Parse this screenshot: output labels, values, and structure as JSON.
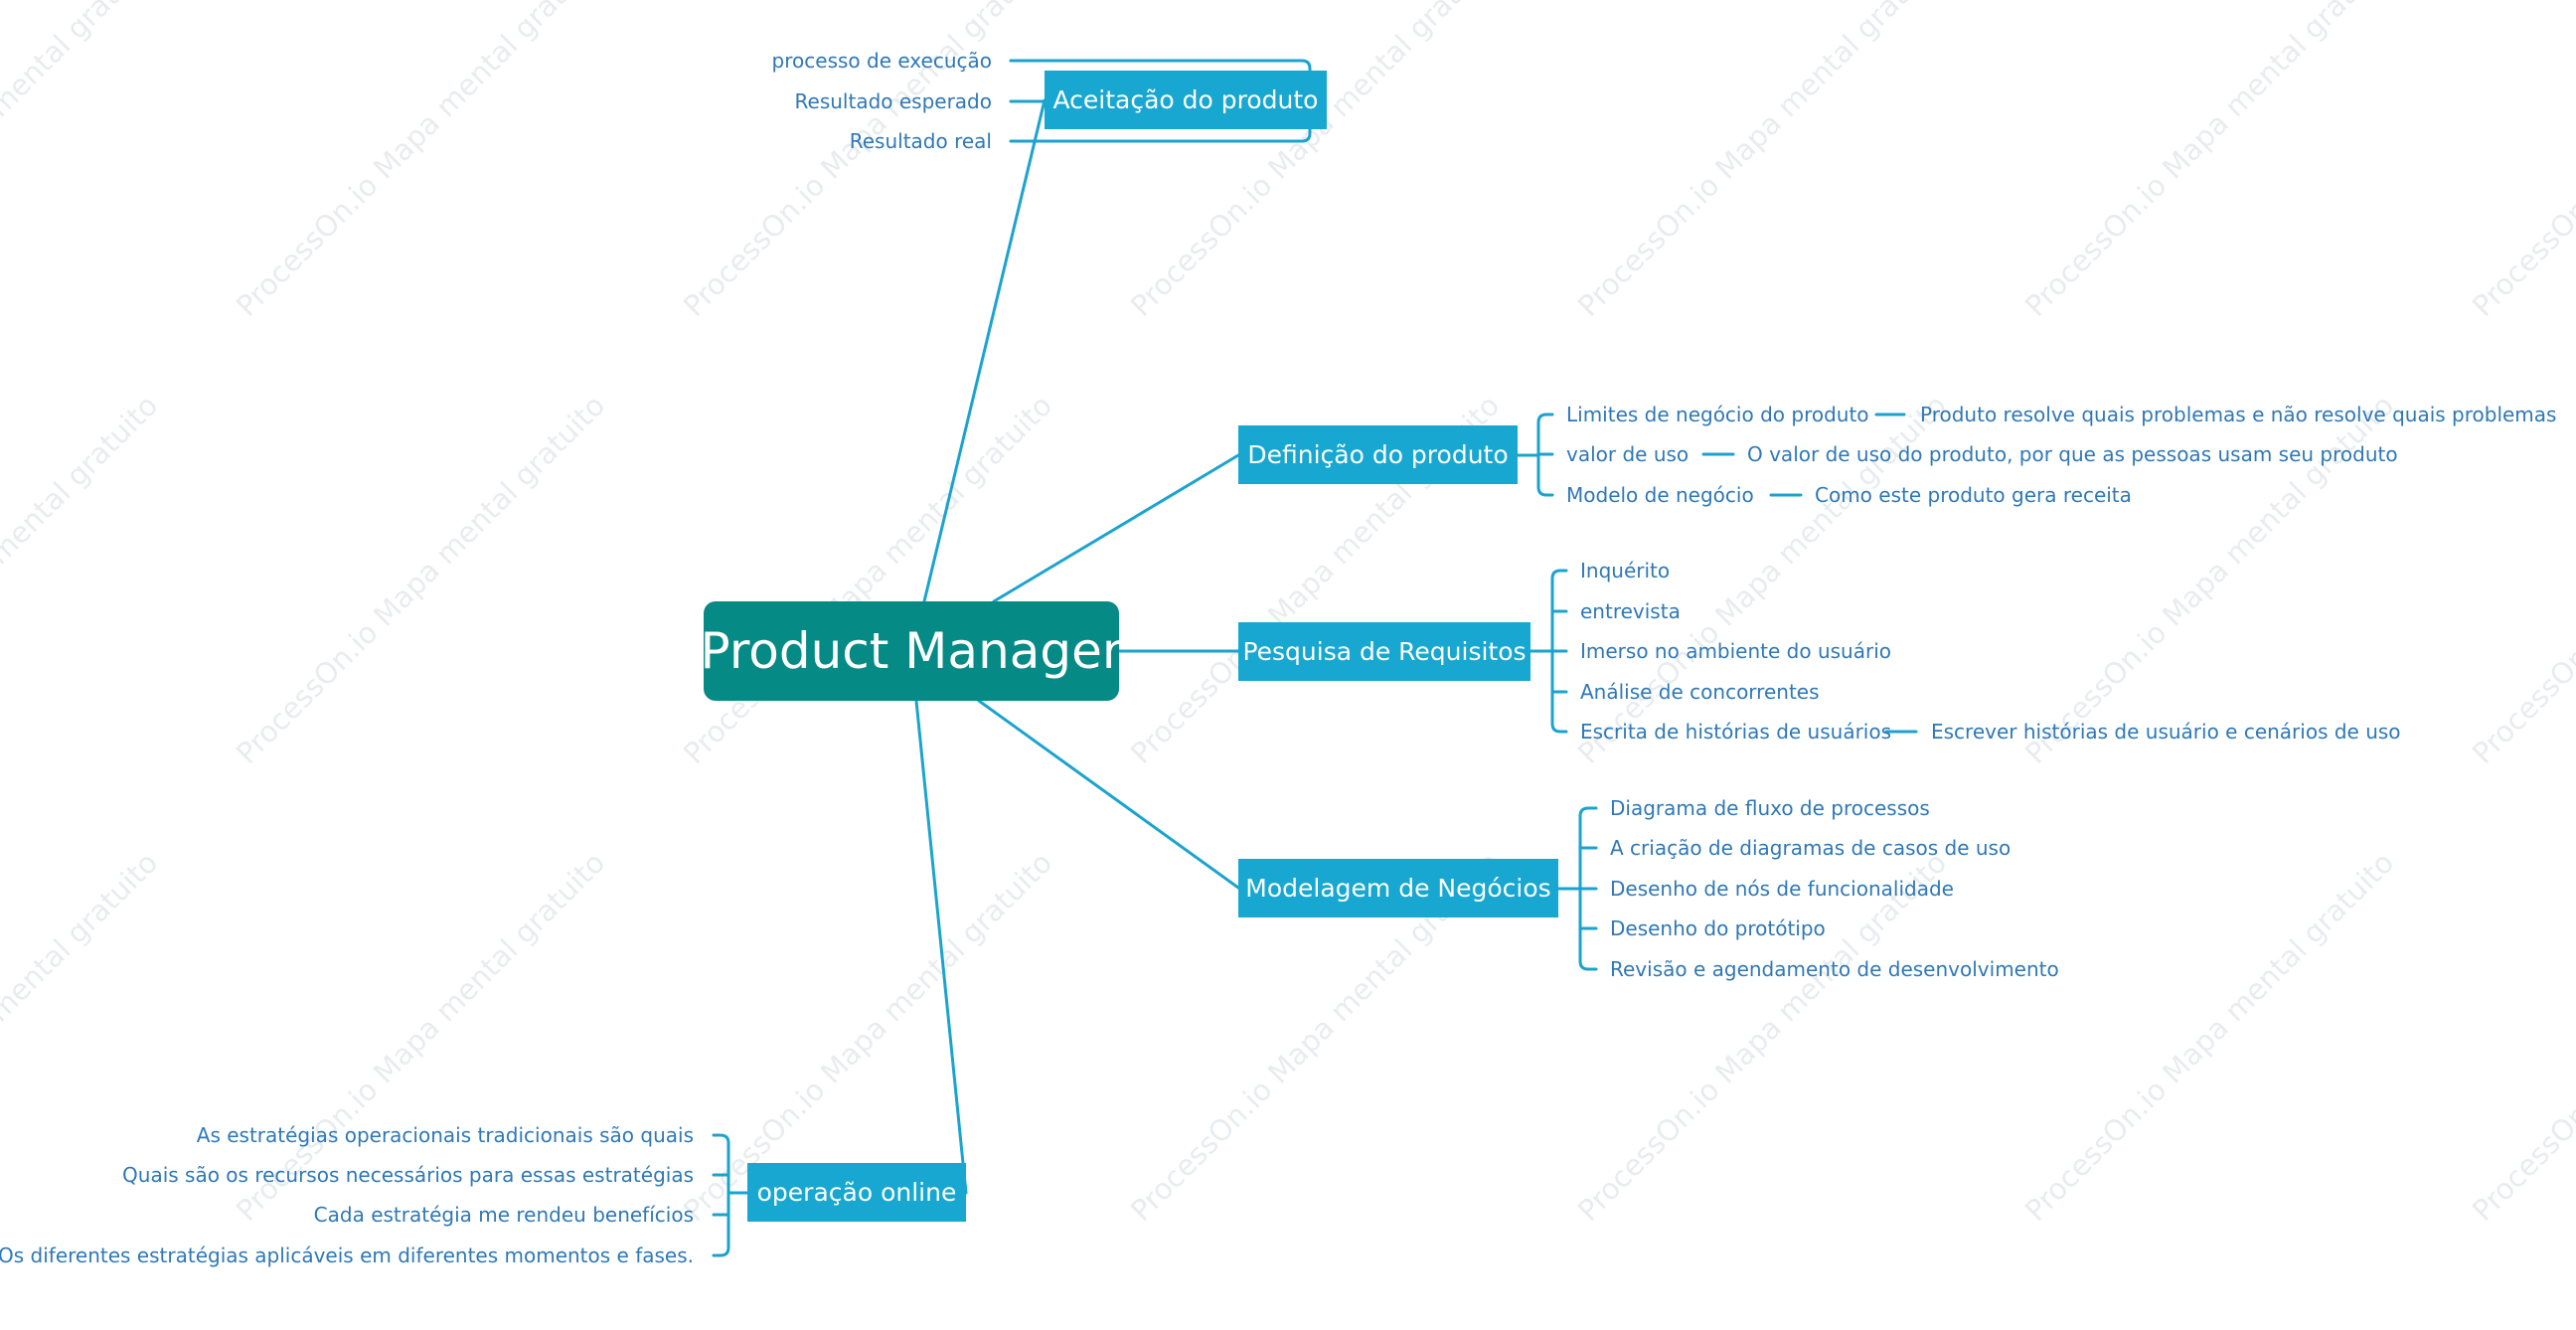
{
  "root": {
    "label": "Product Manager"
  },
  "watermark": "ProcessOn.io Mapa mental gratuito",
  "colors": {
    "root": "#058a85",
    "branch": "#17a7d0",
    "line": "#1ba3cf",
    "leaf_text": "#2f78b5",
    "watermark": "#e9ecef"
  },
  "branches": [
    {
      "label": "Aceitação do produto",
      "items": [
        {
          "text": "processo de execução"
        },
        {
          "text": "Resultado esperado"
        },
        {
          "text": "Resultado real"
        }
      ]
    },
    {
      "label": "Definição do produto",
      "items": [
        {
          "text": "Limites de negócio do produto",
          "detail": "Produto resolve quais problemas e não resolve quais problemas"
        },
        {
          "text": "valor de uso",
          "detail": "O valor de uso do produto, por que as pessoas usam seu produto"
        },
        {
          "text": "Modelo de negócio",
          "detail": "Como este produto gera receita"
        }
      ]
    },
    {
      "label": "Pesquisa de Requisitos",
      "items": [
        {
          "text": "Inquérito"
        },
        {
          "text": "entrevista"
        },
        {
          "text": "Imerso no ambiente do usuário"
        },
        {
          "text": "Análise de concorrentes"
        },
        {
          "text": "Escrita de histórias de usuários",
          "detail": "Escrever histórias de usuário e cenários de uso"
        }
      ]
    },
    {
      "label": "Modelagem de Negócios",
      "items": [
        {
          "text": "Diagrama de fluxo de processos"
        },
        {
          "text": "A criação de diagramas de casos de uso"
        },
        {
          "text": "Desenho de nós de funcionalidade"
        },
        {
          "text": "Desenho do protótipo"
        },
        {
          "text": "Revisão e agendamento de desenvolvimento"
        }
      ]
    },
    {
      "label": "operação online",
      "items": [
        {
          "text": "As estratégias operacionais tradicionais são quais"
        },
        {
          "text": "Quais são os recursos necessários para essas estratégias"
        },
        {
          "text": "Cada estratégia me rendeu benefícios"
        },
        {
          "text": "Os diferentes estratégias aplicáveis em diferentes momentos e fases."
        }
      ]
    }
  ]
}
